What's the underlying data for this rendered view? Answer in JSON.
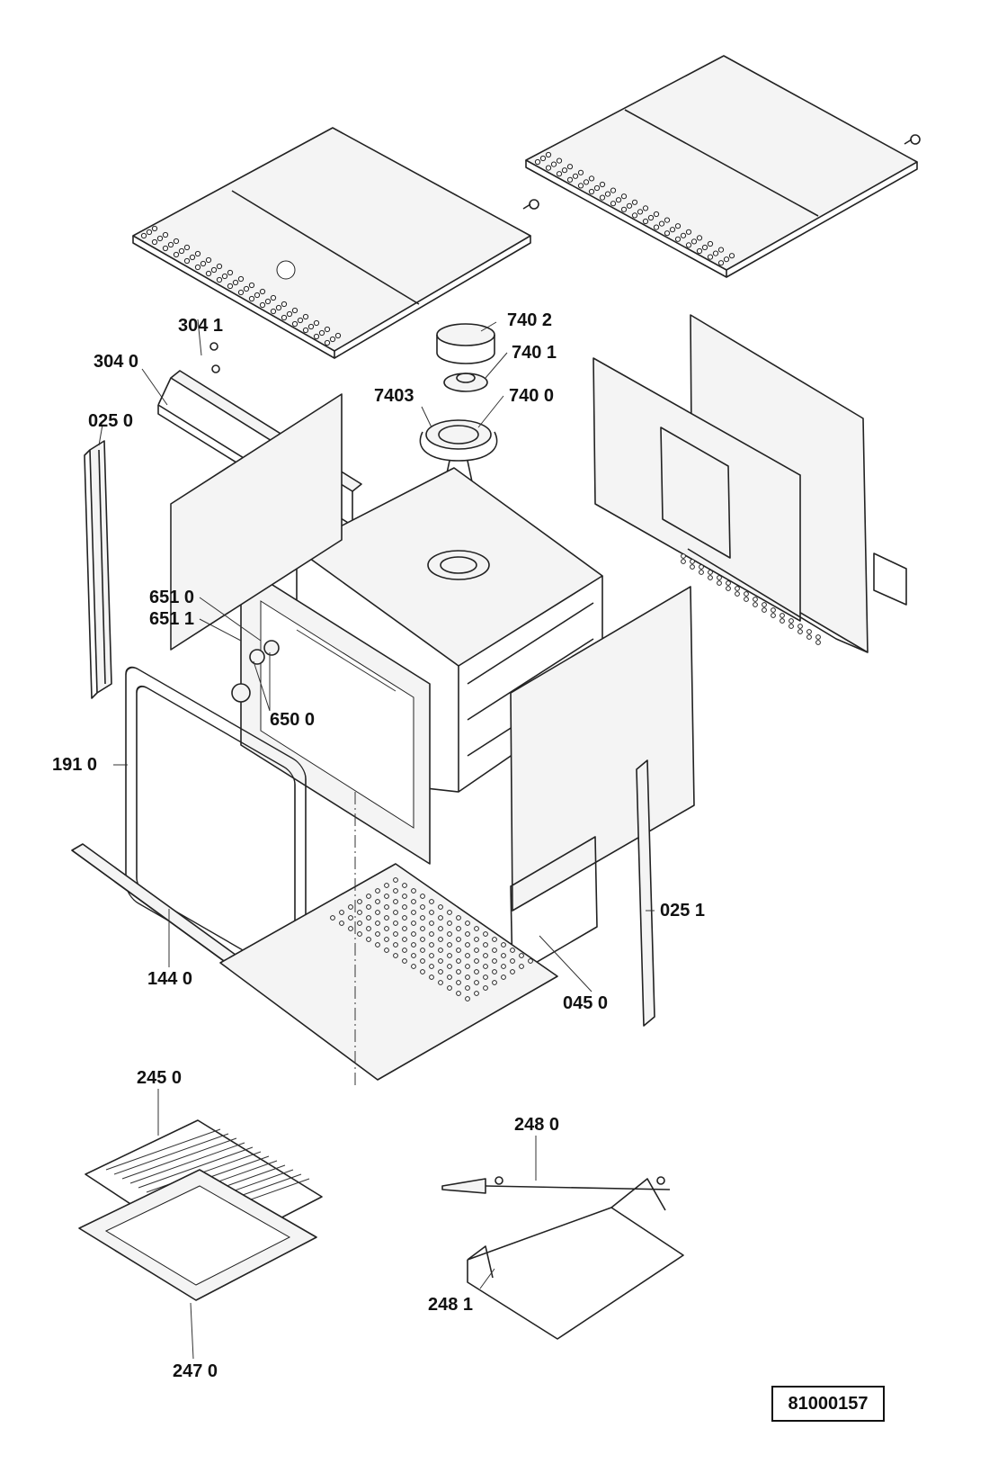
{
  "labels": {
    "l7402": "740 2",
    "l3041": "304 1",
    "l7401": "740 1",
    "l3040": "304 0",
    "l7403": "7403",
    "l7400": "740 0",
    "l0250": "025 0",
    "l6510": "651 0",
    "l6511": "651 1",
    "l6500": "650 0",
    "l1910": "191 0",
    "l0251": "025 1",
    "l1440": "144 0",
    "l0450": "045 0",
    "l2450": "245 0",
    "l2480": "248 0",
    "l2481": "248 1",
    "l2470": "247 0"
  },
  "reference_number": "81000157"
}
